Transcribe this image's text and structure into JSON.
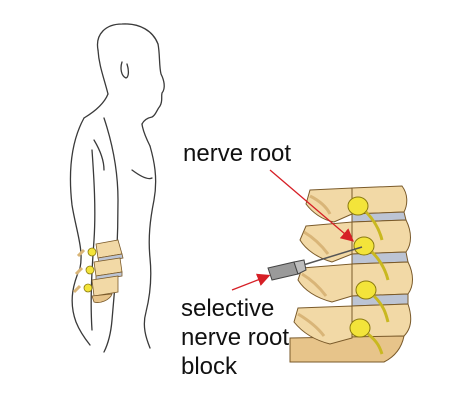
{
  "labels": {
    "nerve_root": "nerve root",
    "block_line_1": "selective",
    "block_line_2": "nerve root",
    "block_line_3": "block"
  },
  "colors": {
    "outline": "#3a3a3a",
    "bone": "#f2d9a6",
    "bone_shade": "#d9b578",
    "bone_edge": "#7a5a2a",
    "disc": "#bcc4d4",
    "nerve": "#f3e43a",
    "arrow": "#d61f26",
    "needle": "#9a9a9a"
  }
}
